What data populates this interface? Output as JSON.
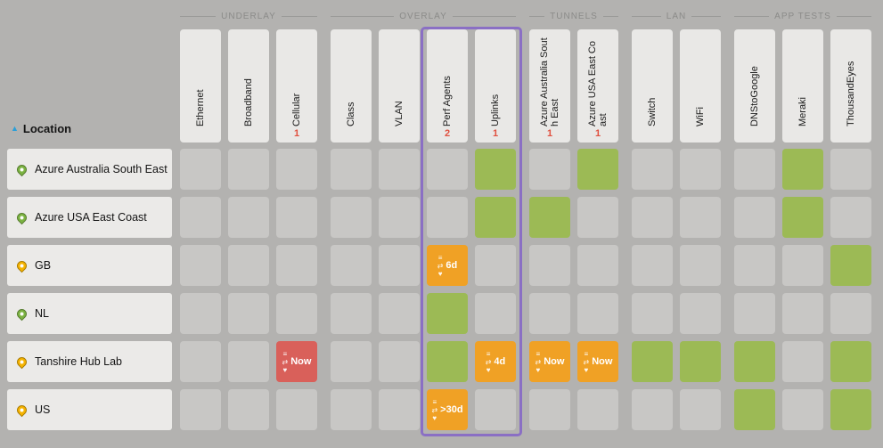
{
  "colors": {
    "none": "#c8c7c5",
    "ok": "#9cba55",
    "warn": "#f0a125",
    "crit": "#d9605a",
    "count": "#e0503f",
    "highlight": "#8a6fc4",
    "pin_green": "#7cb342",
    "pin_amber": "#f5b301",
    "sort_arrow": "#2a9fd8"
  },
  "header": {
    "location_label": "Location",
    "sort_icon": "▲",
    "groups": [
      {
        "label": "UNDERLAY",
        "span": 3
      },
      {
        "label": "OVERLAY",
        "span": 4
      },
      {
        "label": "TUNNELS",
        "span": 2
      },
      {
        "label": "LAN",
        "span": 2
      },
      {
        "label": "APP TESTS",
        "span": 3
      }
    ],
    "columns": [
      {
        "label": "Ethernet",
        "count": ""
      },
      {
        "label": "Broadband",
        "count": ""
      },
      {
        "label": "Cellular",
        "count": "1"
      },
      {
        "label": "Class",
        "count": ""
      },
      {
        "label": "VLAN",
        "count": ""
      },
      {
        "label": "Perf Agents",
        "count": "2"
      },
      {
        "label": "Uplinks",
        "count": "1"
      },
      {
        "label": "Azure Australia South East",
        "count": "1"
      },
      {
        "label": "Azure USA East Coast",
        "count": "1"
      },
      {
        "label": "Switch",
        "count": ""
      },
      {
        "label": "WiFi",
        "count": ""
      },
      {
        "label": "DNStoGoogle",
        "count": ""
      },
      {
        "label": "Meraki",
        "count": ""
      },
      {
        "label": "ThousandEyes",
        "count": ""
      }
    ]
  },
  "cell_icons": [
    "≡",
    "⇄",
    "♥"
  ],
  "highlight": {
    "columns": [
      "Perf Agents",
      "Uplinks"
    ]
  },
  "rows": [
    {
      "location": "Azure Australia South East",
      "pin": "green",
      "cells": [
        "none",
        "none",
        "none",
        "none",
        "none",
        "none",
        "ok",
        "none",
        "ok",
        "none",
        "none",
        "none",
        "ok",
        "none"
      ]
    },
    {
      "location": "Azure USA East Coast",
      "pin": "green",
      "cells": [
        "none",
        "none",
        "none",
        "none",
        "none",
        "none",
        "ok",
        "ok",
        "none",
        "none",
        "none",
        "none",
        "ok",
        "none"
      ]
    },
    {
      "location": "GB",
      "pin": "amber",
      "cells": [
        "none",
        "none",
        "none",
        "none",
        "none",
        {
          "status": "warn",
          "label": "6d"
        },
        "none",
        "none",
        "none",
        "none",
        "none",
        "none",
        "none",
        "ok"
      ]
    },
    {
      "location": "NL",
      "pin": "green",
      "cells": [
        "none",
        "none",
        "none",
        "none",
        "none",
        "ok",
        "none",
        "none",
        "none",
        "none",
        "none",
        "none",
        "none",
        "none"
      ]
    },
    {
      "location": "Tanshire Hub Lab",
      "pin": "amber",
      "cells": [
        "none",
        "none",
        {
          "status": "crit",
          "label": "Now"
        },
        "none",
        "none",
        "ok",
        {
          "status": "warn",
          "label": "4d"
        },
        {
          "status": "warn",
          "label": "Now"
        },
        {
          "status": "warn",
          "label": "Now"
        },
        "ok",
        "ok",
        "ok",
        "none",
        "ok"
      ]
    },
    {
      "location": "US",
      "pin": "amber",
      "cells": [
        "none",
        "none",
        "none",
        "none",
        "none",
        {
          "status": "warn",
          "label": ">30d"
        },
        "none",
        "none",
        "none",
        "none",
        "none",
        "ok",
        "none",
        "ok"
      ]
    }
  ]
}
